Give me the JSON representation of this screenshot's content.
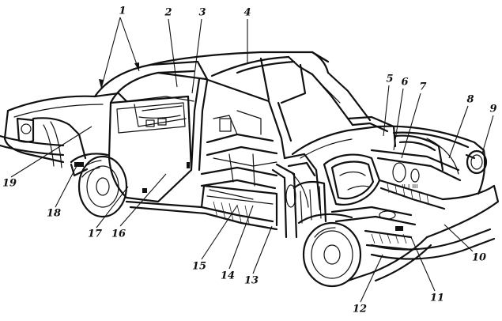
{
  "diagram": {
    "callouts": [
      {
        "id": "1",
        "text": "1"
      },
      {
        "id": "2",
        "text": "2"
      },
      {
        "id": "3",
        "text": "3"
      },
      {
        "id": "4",
        "text": "4"
      },
      {
        "id": "5",
        "text": "5"
      },
      {
        "id": "6",
        "text": "6"
      },
      {
        "id": "7",
        "text": "7"
      },
      {
        "id": "8",
        "text": "8"
      },
      {
        "id": "9",
        "text": "9"
      },
      {
        "id": "10",
        "text": "10"
      },
      {
        "id": "11",
        "text": "11"
      },
      {
        "id": "12",
        "text": "12"
      },
      {
        "id": "13",
        "text": "13"
      },
      {
        "id": "14",
        "text": "14"
      },
      {
        "id": "15",
        "text": "15"
      },
      {
        "id": "16",
        "text": "16"
      },
      {
        "id": "17",
        "text": "17"
      },
      {
        "id": "18",
        "text": "18"
      },
      {
        "id": "19",
        "text": "19"
      }
    ],
    "colors": {
      "ink": "#111111",
      "paper": "#ffffff"
    }
  }
}
